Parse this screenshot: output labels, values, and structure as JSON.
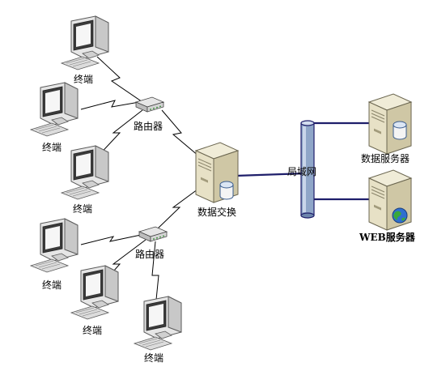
{
  "labels": {
    "terminal": "终端",
    "router": "路由器",
    "data_exchange": "数据交换",
    "lan": "局域网",
    "data_server": "数据服务器",
    "web_server": "WEB服务器"
  },
  "colors": {
    "monitor_body": "#e8e8e8",
    "monitor_edge": "#555555",
    "screen": "#f4f4f4",
    "server_body": "#e9e4cf",
    "server_side": "#c9c2a4",
    "lan_pipe": "#8fa6c8",
    "lan_line": "#1f1f6b",
    "link": "#000000"
  },
  "icons": {
    "terminal": "desktop-computer-icon",
    "router": "router-icon",
    "server": "server-tower-icon",
    "database": "database-cylinder-icon",
    "globe": "globe-icon",
    "lan": "lan-backbone-icon"
  }
}
